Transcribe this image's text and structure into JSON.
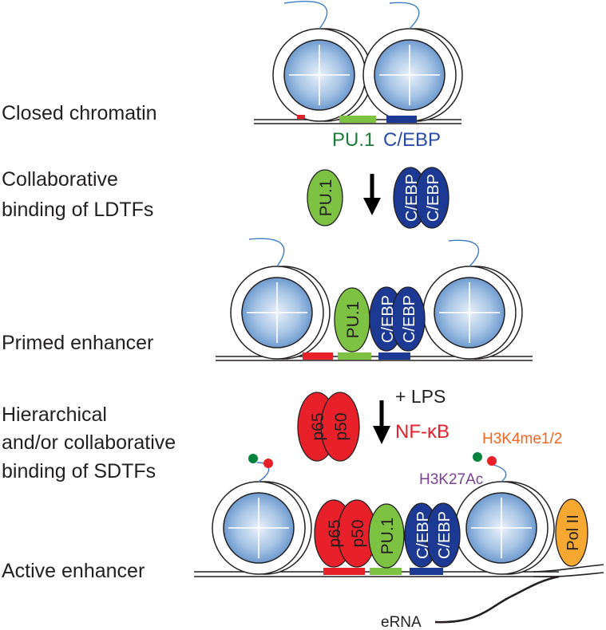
{
  "stages": {
    "closed": "Closed chromatin",
    "collab_line1": "Collaborative",
    "collab_line2": "binding of LDTFs",
    "primed": "Primed enhancer",
    "hier_line1": "Hierarchical",
    "hier_line2": "and/or collaborative",
    "hier_line3": "binding of SDTFs",
    "active": "Active enhancer"
  },
  "factors": {
    "pu1": "PU.1",
    "cebp": "C/EBP",
    "p65": "p65",
    "p50": "p50",
    "pol2": "Pol II"
  },
  "annotations": {
    "motif_pu1": "PU.1",
    "motif_cebp": "C/EBP",
    "lps": "+ LPS",
    "nfkb": "NF-κB",
    "h3k4": "H3K4me1/2",
    "h3k27": "H3K27Ac",
    "erna": "eRNA"
  },
  "colors": {
    "pu1_green": "#7dc243",
    "cebp_blue": "#1c3a94",
    "nfkb_red": "#e8202a",
    "pol2_orange": "#f6a831",
    "h3k4_orange": "#f26522",
    "h3k27_purple": "#7b3f98",
    "motif_green_text": "#1e7a3a",
    "motif_blue_text": "#2b4ba8",
    "mark_green": "#00843d",
    "mark_red": "#e8202a",
    "histone_tail_blue": "#3b7cc4"
  }
}
